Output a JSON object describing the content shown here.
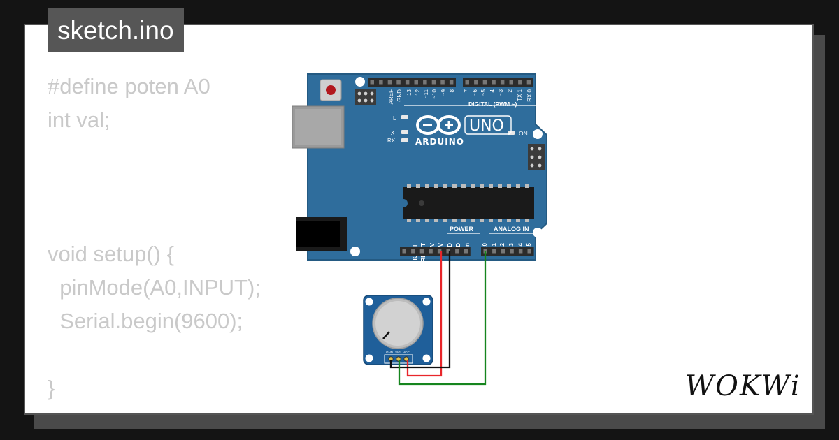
{
  "file_tab": {
    "label": "sketch.ino"
  },
  "code_lines": [
    "#define poten A0",
    "int val;",
    "",
    "",
    "",
    "void setup() {",
    "  pinMode(A0,INPUT);",
    "  Serial.begin(9600);",
    "",
    "}"
  ],
  "board": {
    "brand": "ARDUINO",
    "model": "UNO",
    "digital_header_label": "DIGITAL (PWM ~)",
    "digital_pins": [
      "AREF",
      "GND",
      "13",
      "12",
      "~11",
      "~10",
      "~9",
      "8",
      "7",
      "~6",
      "~5",
      "4",
      "~3",
      "2",
      "TX 1",
      "RX 0"
    ],
    "led_labels": {
      "l": "L",
      "tx": "TX",
      "rx": "RX",
      "on": "ON"
    },
    "power_header_label": "POWER",
    "analog_header_label": "ANALOG IN",
    "power_pins": [
      "IOREF",
      "RESET",
      "3.3V",
      "5V",
      "GND",
      "GND",
      "Vin"
    ],
    "analog_pins": [
      "A0",
      "A1",
      "A2",
      "A3",
      "A4",
      "A5"
    ]
  },
  "potentiometer": {
    "pin_labels": [
      "GND",
      "SIG",
      "VCC"
    ]
  },
  "wires": {
    "vcc_color": "#e8262b",
    "gnd_color": "#111111",
    "signal_color": "#16851e"
  },
  "colors": {
    "board": "#2f6d9c",
    "board_edge": "#245a82",
    "pot_pcb": "#1f5f9a",
    "reset_button": "#b2181e",
    "code_text": "#c9c9c9",
    "tab_bg": "#565656"
  },
  "logo": {
    "text": "WOKWi"
  }
}
